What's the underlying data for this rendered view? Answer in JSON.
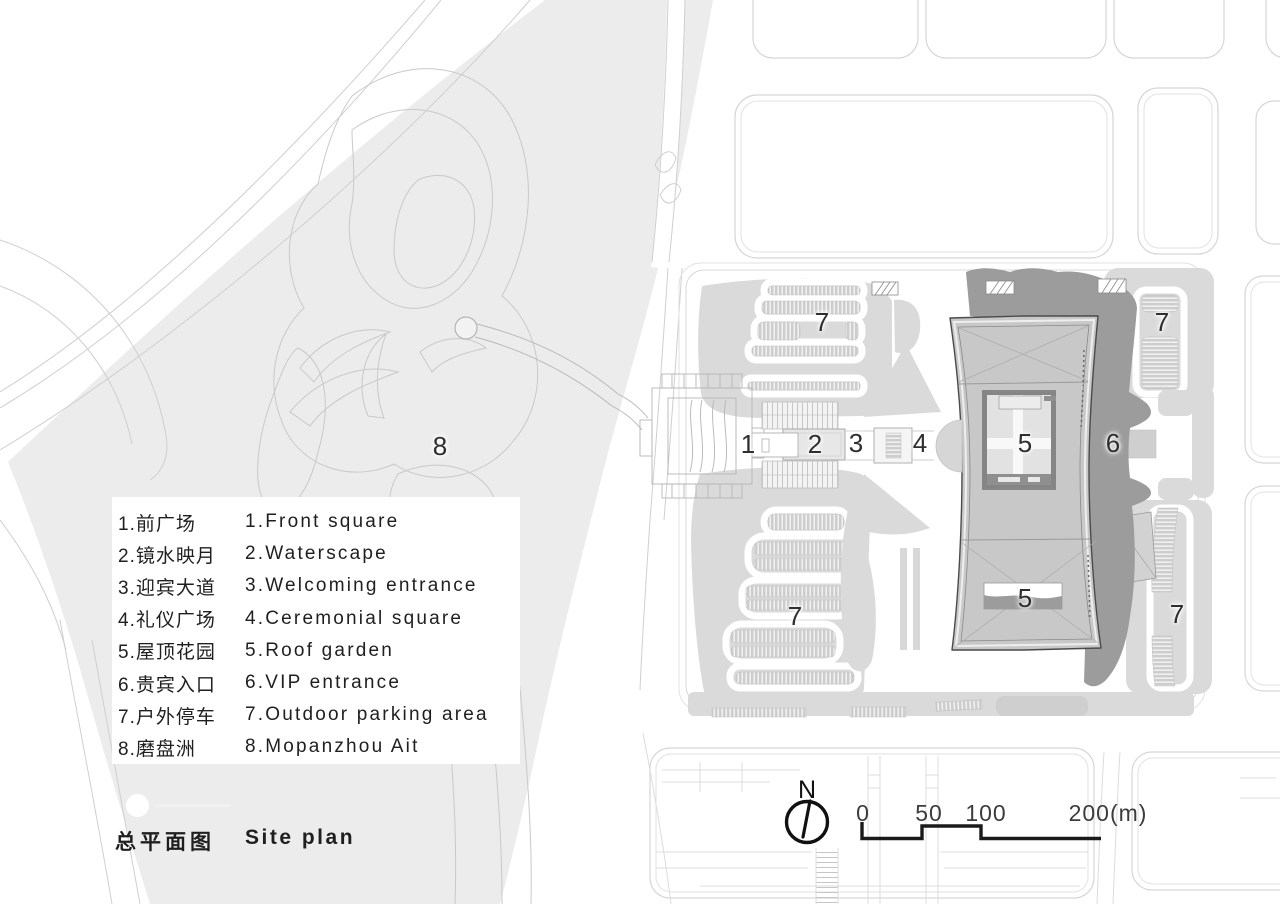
{
  "title": {
    "zh": "总平面图",
    "en": "Site plan"
  },
  "legend": {
    "items": [
      {
        "zh": "1.前广场",
        "en": "1.Front square"
      },
      {
        "zh": "2.镜水映月",
        "en": "2.Waterscape"
      },
      {
        "zh": "3.迎宾大道",
        "en": "3.Welcoming entrance"
      },
      {
        "zh": "4.礼仪广场",
        "en": "4.Ceremonial square"
      },
      {
        "zh": "5.屋顶花园",
        "en": "5.Roof garden"
      },
      {
        "zh": "6.贵宾入口",
        "en": "6.VIP entrance"
      },
      {
        "zh": "7.户外停车",
        "en": "7.Outdoor parking area"
      },
      {
        "zh": "8.磨盘洲",
        "en": "8.Mopanzhou Ait"
      }
    ]
  },
  "markers": [
    "1",
    "2",
    "3",
    "4",
    "5",
    "5",
    "6",
    "7",
    "7",
    "7",
    "7",
    "8"
  ],
  "north_label": "N",
  "scale_bar": {
    "labels": [
      "0",
      "50",
      "100",
      "200(m)"
    ]
  },
  "colors": {
    "water": "#ececec",
    "patch": "#dadada",
    "roof": "#c8c8c8",
    "shadow": "#9c9c9c",
    "outline": "#d6d6d6",
    "ink": "#1f1f1f"
  }
}
